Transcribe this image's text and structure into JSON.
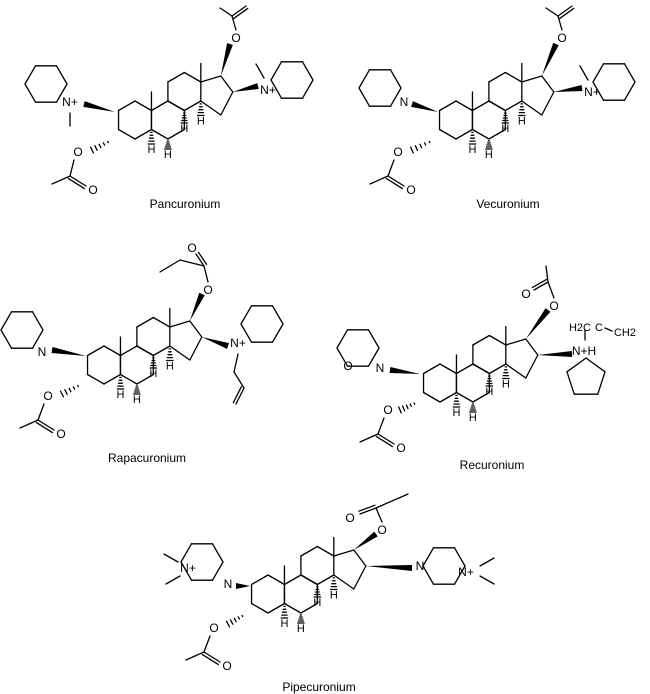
{
  "labels": {
    "n_plus": "N+",
    "n": "N",
    "o": "O",
    "h": "H",
    "n_plus_h": "N+H",
    "ch2_left": "H2C",
    "ch_mid": "C",
    "ch2_right": "CH2"
  },
  "molecules": [
    {
      "id": "pancuronium",
      "name": "Pancuronium"
    },
    {
      "id": "vecuronium",
      "name": "Vecuronium"
    },
    {
      "id": "rapacuronium",
      "name": "Rapacuronium"
    },
    {
      "id": "recuronium",
      "name": "Recuronium"
    },
    {
      "id": "pipecuronium",
      "name": "Pipecuronium"
    }
  ]
}
